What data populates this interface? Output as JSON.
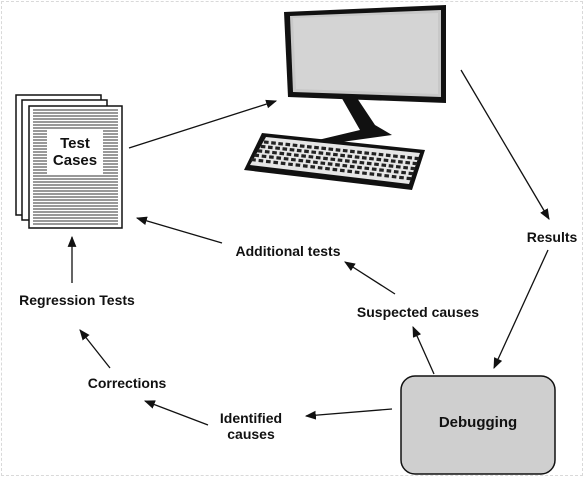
{
  "nodes": {
    "test_cases": [
      "Test",
      "Cases"
    ],
    "results": "Results",
    "debugging": "Debugging",
    "suspected_causes": "Suspected causes",
    "additional_tests": "Additional tests",
    "identified_causes": [
      "Identified",
      "causes"
    ],
    "corrections": "Corrections",
    "regression_tests": "Regression Tests"
  },
  "icons": [
    "document-stack-icon",
    "computer-monitor-icon",
    "keyboard-icon"
  ],
  "colors": {
    "debugging_box": "#cfcfcf",
    "stroke": "#111111"
  }
}
